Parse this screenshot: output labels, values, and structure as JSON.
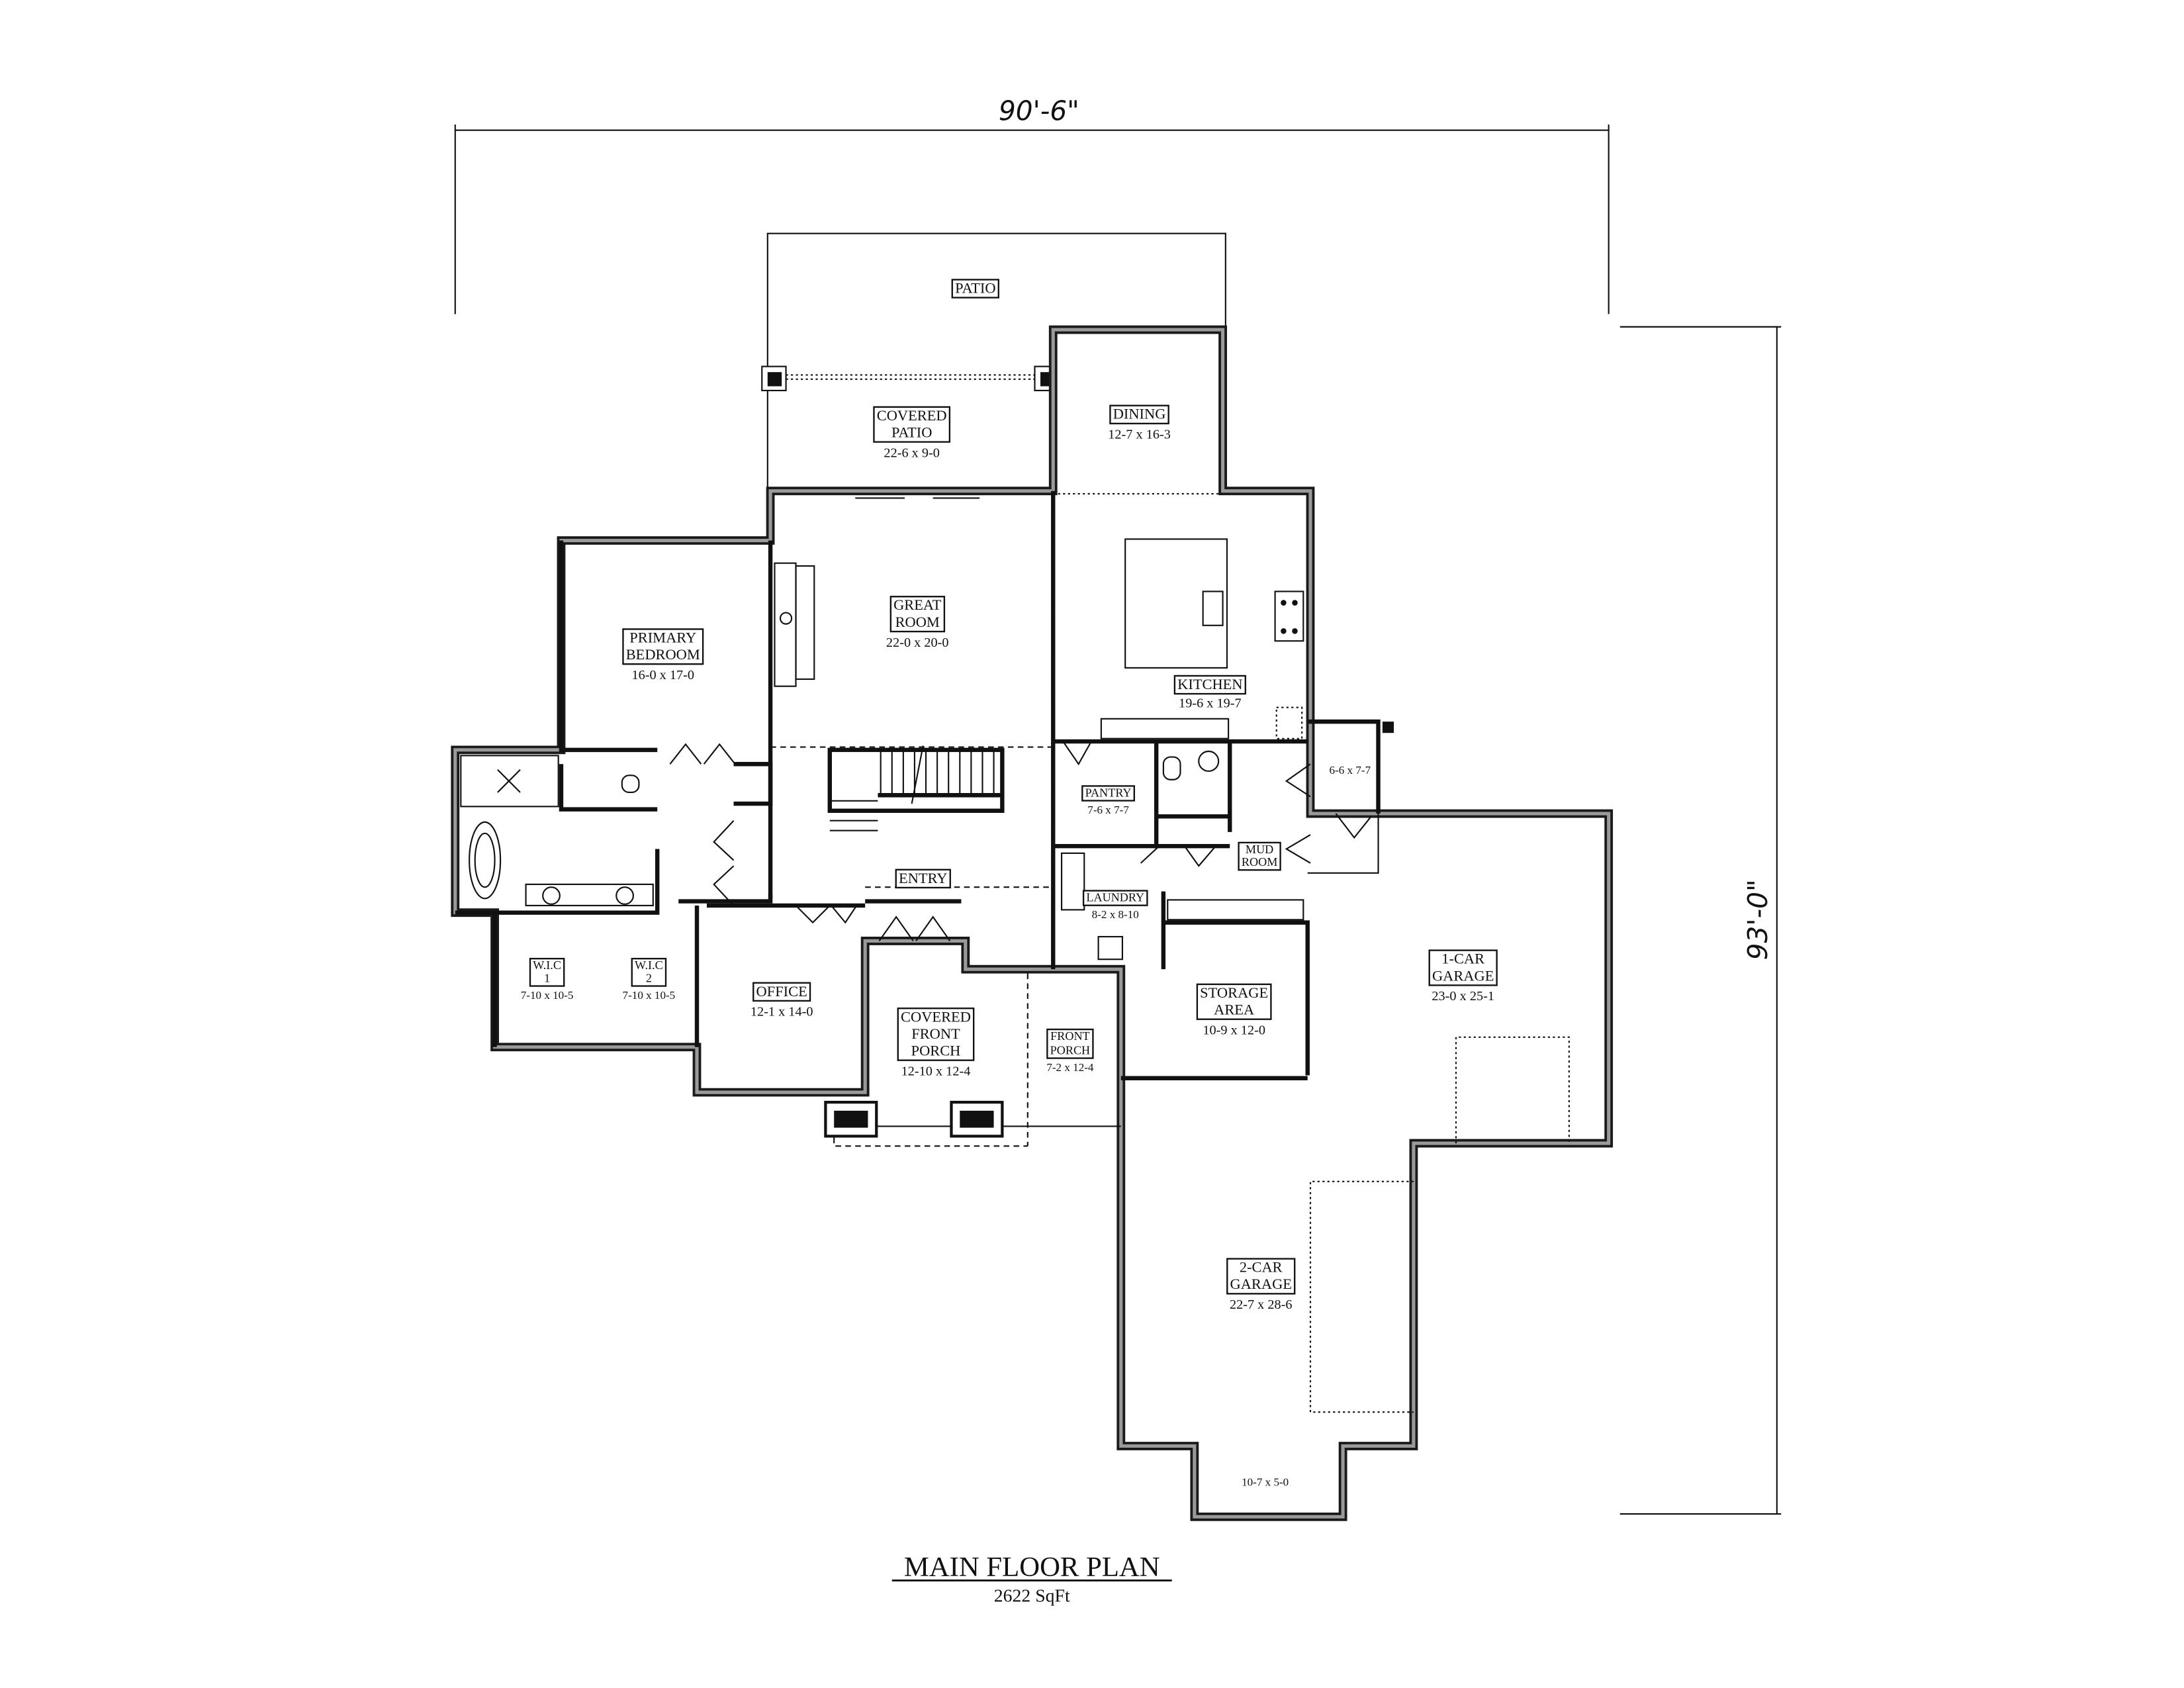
{
  "overall_dimensions": {
    "width": "90'-6\"",
    "depth": "93'-0\""
  },
  "title": {
    "name": "MAIN FLOOR PLAN",
    "area": "2622 SqFt"
  },
  "rooms": {
    "patio": {
      "name": [
        "PATIO"
      ],
      "size": ""
    },
    "covered_patio": {
      "name": [
        "COVERED",
        "PATIO"
      ],
      "size": "22-6 x 9-0"
    },
    "dining": {
      "name": [
        "DINING"
      ],
      "size": "12-7 x 16-3"
    },
    "great_room": {
      "name": [
        "GREAT",
        "ROOM"
      ],
      "size": "22-0 x 20-0"
    },
    "primary_bedroom": {
      "name": [
        "PRIMARY",
        "BEDROOM"
      ],
      "size": "16-0 x 17-0"
    },
    "kitchen": {
      "name": [
        "KITCHEN"
      ],
      "size": "19-6 x 19-7"
    },
    "pantry": {
      "name": [
        "PANTRY"
      ],
      "size": "7-6 x 7-7"
    },
    "mudroom_porch": {
      "size": "6-6 x 7-7"
    },
    "mud_room": {
      "name": [
        "MUD",
        "ROOM"
      ]
    },
    "laundry": {
      "name": [
        "LAUNDRY"
      ],
      "size": "8-2 x 8-10"
    },
    "entry": {
      "name": [
        "ENTRY"
      ]
    },
    "wic1": {
      "name": [
        "W.I.C",
        "1"
      ],
      "size": "7-10 x 10-5"
    },
    "wic2": {
      "name": [
        "W.I.C",
        "2"
      ],
      "size": "7-10 x 10-5"
    },
    "office": {
      "name": [
        "OFFICE"
      ],
      "size": "12-1 x 14-0"
    },
    "covered_front_porch": {
      "name": [
        "COVERED",
        "FRONT",
        "PORCH"
      ],
      "size": "12-10 x 12-4"
    },
    "front_porch": {
      "name": [
        "FRONT",
        "PORCH"
      ],
      "size": "7-2 x 12-4"
    },
    "storage_area": {
      "name": [
        "STORAGE",
        "AREA"
      ],
      "size": "10-9 x 12-0"
    },
    "one_car_garage": {
      "name": [
        "1-CAR",
        "GARAGE"
      ],
      "size": "23-0 x 25-1"
    },
    "two_car_garage": {
      "name": [
        "2-CAR",
        "GARAGE"
      ],
      "size": "22-7 x 28-6"
    },
    "garage_bump": {
      "size": "10-7 x 5-0"
    }
  }
}
